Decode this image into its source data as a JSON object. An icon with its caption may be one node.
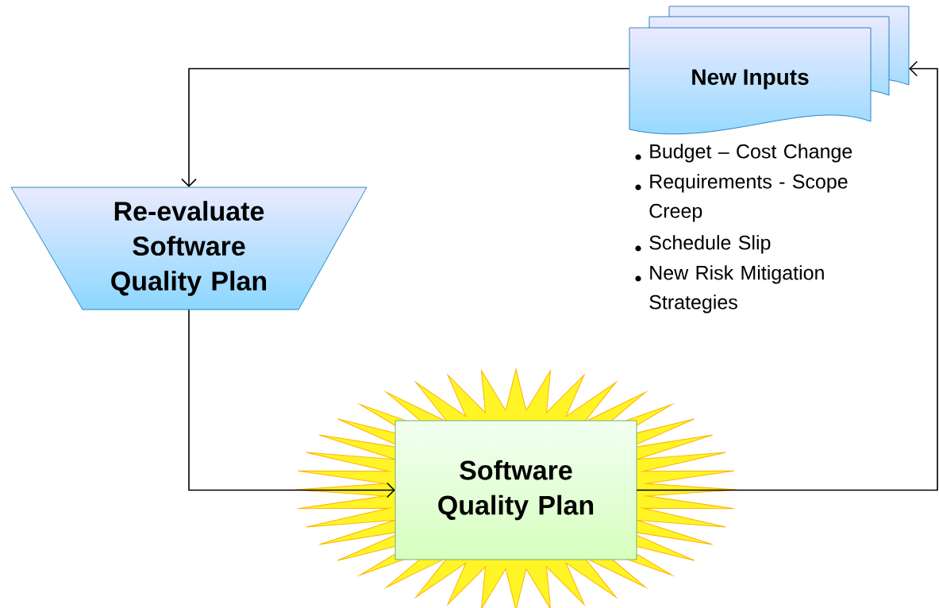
{
  "diagram": {
    "nodes": [
      {
        "text": [
          "New Inputs"
        ],
        "beside": [
          "Budget – Cost Change",
          "Requirements - Scope Creep",
          "Schedule Slip",
          "New Risk Mitigation Strategies"
        ]
      },
      {
        "text": [
          "Re-evaluate Software Quality Plan"
        ]
      },
      {
        "text": [
          "Software Quality Plan"
        ]
      }
    ],
    "edges": [
      {
        "from": 0,
        "to": 1,
        "arrow": "to"
      },
      {
        "from": 1,
        "to": 2,
        "arrow": "to"
      },
      {
        "from": 2,
        "to": 0,
        "arrow": "to"
      }
    ]
  }
}
